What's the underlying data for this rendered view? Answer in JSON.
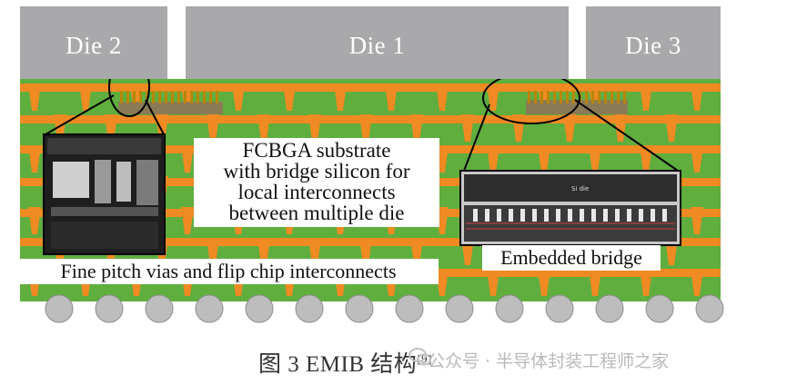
{
  "dies": {
    "die2": "Die 2",
    "die1": "Die 1",
    "die3": "Die 3"
  },
  "callouts": {
    "substrate_line1": "FCBGA substrate",
    "substrate_line2": "with bridge silicon for",
    "substrate_line3": "local interconnects",
    "substrate_line4": "between multiple die",
    "left_caption": "Fine pitch vias and flip chip interconnects",
    "right_caption": "Embedded bridge"
  },
  "caption": {
    "figure": "图 3   EMIB 结构",
    "ref": "[9]",
    "watermark": "公众号 · 半导体封装工程师之家"
  },
  "colors": {
    "substrate_green": "#5fae3e",
    "copper_orange": "#f08a22",
    "die_gray": "#a9a9ab",
    "bridge_dark": "#2d2d2d"
  }
}
